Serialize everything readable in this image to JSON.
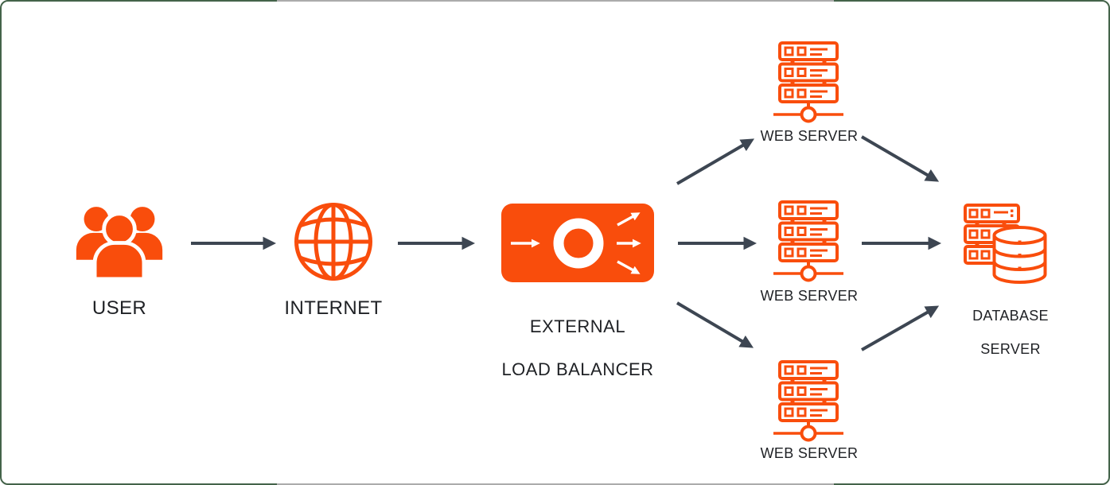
{
  "diagram": {
    "description": "External load balancer architecture diagram",
    "palette": {
      "accent_orange": "#F94D0C",
      "arrow_slate": "#3D4652",
      "label_color": "#1F2125",
      "frame_border_green": "#44634A",
      "frame_gap_gray": "#ABABAB",
      "background": "#FFFFFF",
      "icon_inner_white": "#FFFFFF"
    },
    "nodes": {
      "user": {
        "label": "USER",
        "icon": "users-icon"
      },
      "internet": {
        "label": "INTERNET",
        "icon": "globe-icon"
      },
      "load_balancer": {
        "label_line1": "EXTERNAL",
        "label_line2": "LOAD BALANCER",
        "icon": "load-balancer-icon"
      },
      "web_server_top": {
        "label": "WEB SERVER",
        "icon": "server-rack-icon"
      },
      "web_server_middle": {
        "label": "WEB SERVER",
        "icon": "server-rack-icon"
      },
      "web_server_bottom": {
        "label": "WEB SERVER",
        "icon": "server-rack-icon"
      },
      "database_server": {
        "label_line1": "DATABASE",
        "label_line2": "SERVER",
        "icon": "database-server-icon"
      }
    },
    "connections": [
      {
        "from": "user",
        "to": "internet"
      },
      {
        "from": "internet",
        "to": "load_balancer"
      },
      {
        "from": "load_balancer",
        "to": "web_server_top"
      },
      {
        "from": "load_balancer",
        "to": "web_server_middle"
      },
      {
        "from": "load_balancer",
        "to": "web_server_bottom"
      },
      {
        "from": "web_server_top",
        "to": "database_server"
      },
      {
        "from": "web_server_middle",
        "to": "database_server"
      },
      {
        "from": "web_server_bottom",
        "to": "database_server"
      }
    ]
  }
}
